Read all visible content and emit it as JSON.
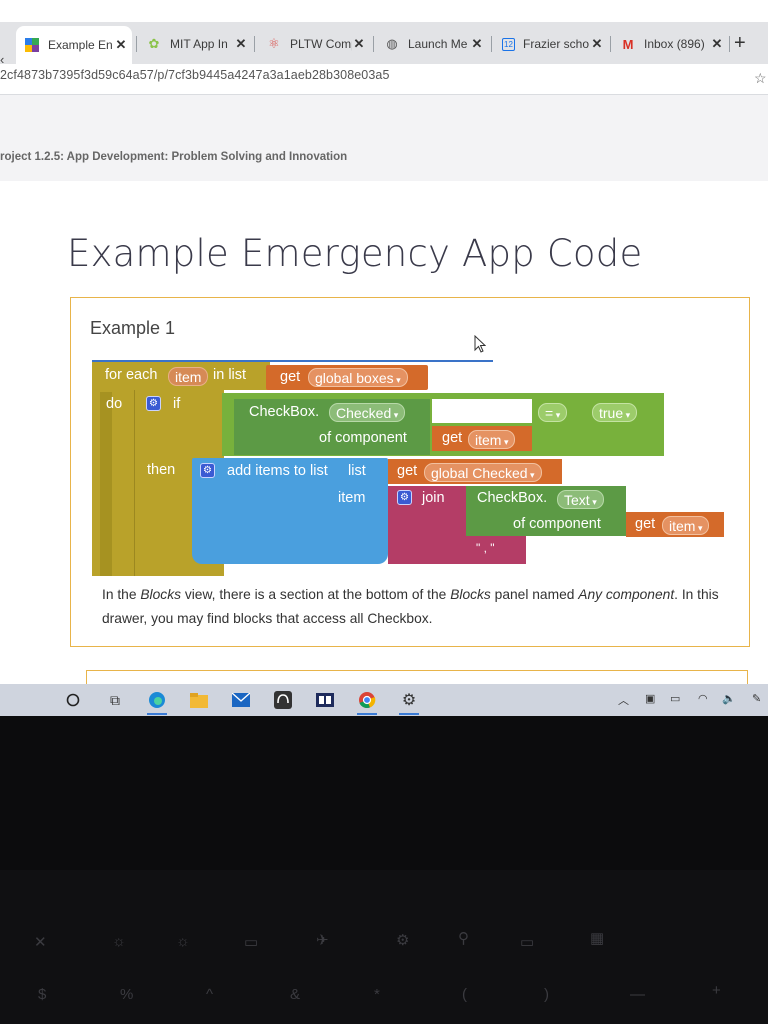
{
  "browser": {
    "tabs": [
      {
        "label": "Example En",
        "icon": "page-icon",
        "active": true
      },
      {
        "label": "MIT App In",
        "icon": "appinventor-icon"
      },
      {
        "label": "PLTW Comp",
        "icon": "atom-icon"
      },
      {
        "label": "Launch Me",
        "icon": "globe-icon"
      },
      {
        "label": "Frazier scho",
        "icon": "calendar-icon",
        "icon_text": "12"
      },
      {
        "label": "Inbox (896)",
        "icon": "gmail-icon",
        "icon_text": "M"
      }
    ],
    "new_tab": "+",
    "close": "✕",
    "url": "2cf4873b7395f3d59c64a57/p/7cf3b9445a4247a3a1aeb28b308e03a5",
    "star": "☆"
  },
  "page": {
    "breadcrumb": "roject 1.2.5: App Development: Problem Solving and Innovation",
    "title": "Example Emergency App Code",
    "example_title": "Example 1",
    "desc": {
      "t1": "In the ",
      "i1": "Blocks",
      "t2": " view, there is a section at the bottom of the ",
      "i2": "Blocks",
      "t3": " panel named ",
      "i3": "Any component",
      "t4": ". In this drawer, you may find blocks that access all Checkbox."
    }
  },
  "blocks": {
    "for_each": "for each",
    "item_var": "item",
    "in_list": "in list",
    "get": "get",
    "global_boxes": "global boxes",
    "do": "do",
    "if": "if",
    "checkbox": "CheckBox.",
    "checked": "Checked",
    "of_component": "of component",
    "item": "item",
    "equals": "=",
    "true": "true",
    "then": "then",
    "add_items": "add items to list",
    "list": "list",
    "global_checked": "global Checked",
    "item_label": "item",
    "join": "join",
    "text": "Text",
    "comma": "\" , \""
  },
  "colors": {
    "control": "#b9a22a",
    "logic": "#78b13c",
    "lists": "#4a9fde",
    "text": "#b43d66",
    "variable": "#d46a2a",
    "component": "#5c9a45",
    "accent_border": "#e8b44a"
  }
}
